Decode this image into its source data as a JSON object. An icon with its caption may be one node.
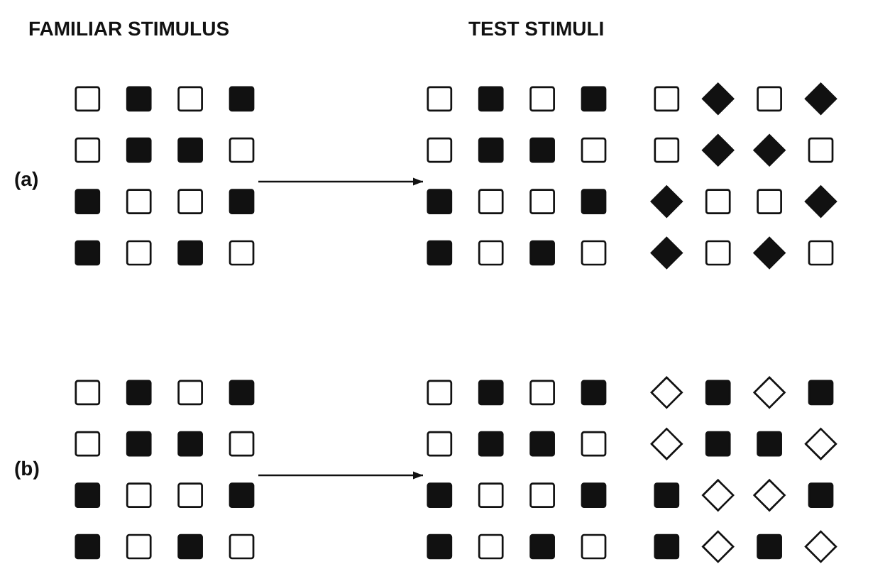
{
  "diagram": {
    "nodes": [
      {
        "text": [],
        "shape": "picture"
      },
      {
        "text": [],
        "shape": "picture"
      },
      {
        "text": [],
        "shape": "picture"
      },
      {
        "text": [],
        "shape": "picture"
      },
      {
        "text": [],
        "shape": "picture"
      },
      {
        "text": [],
        "shape": "picture"
      }
    ],
    "edges": [
      {
        "from": 0,
        "to": 1,
        "arrow": "to"
      },
      {
        "from": 3,
        "to": 4,
        "arrow": "to"
      }
    ],
    "labels": [
      "FAMILIAR STIMULUS",
      "TEST STIMULI",
      "(a)",
      "(b)"
    ]
  }
}
